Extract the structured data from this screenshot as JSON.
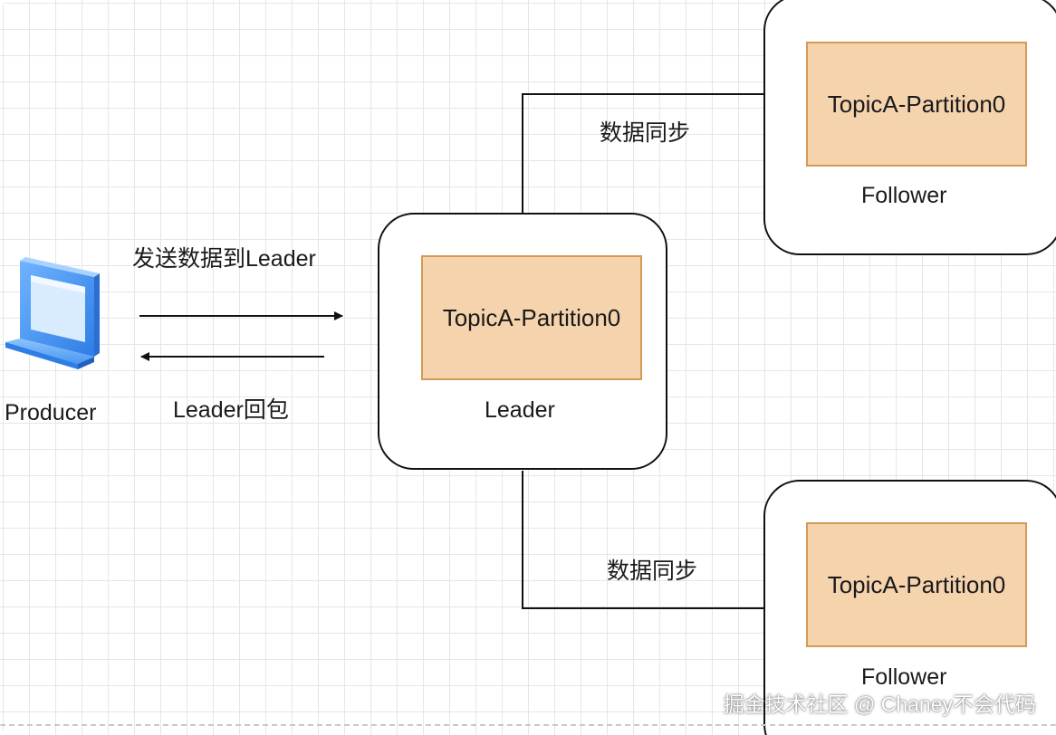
{
  "colors": {
    "partition_fill": "#f5d3ad",
    "partition_border": "#d49a57",
    "node_border": "#111111",
    "grid": "#e6e6e6",
    "laptop_blue": "#3d8ff0"
  },
  "producer": {
    "icon": "laptop-icon",
    "label": "Producer"
  },
  "arrows": {
    "send_label": "发送数据到Leader",
    "ack_label": "Leader回包"
  },
  "leader": {
    "partition": "TopicA-Partition0",
    "role": "Leader"
  },
  "followers": [
    {
      "partition": "TopicA-Partition0",
      "role": "Follower",
      "sync_label": "数据同步"
    },
    {
      "partition": "TopicA-Partition0",
      "role": "Follower",
      "sync_label": "数据同步"
    }
  ],
  "watermark": "掘金技术社区 @ Chaney不会代码"
}
